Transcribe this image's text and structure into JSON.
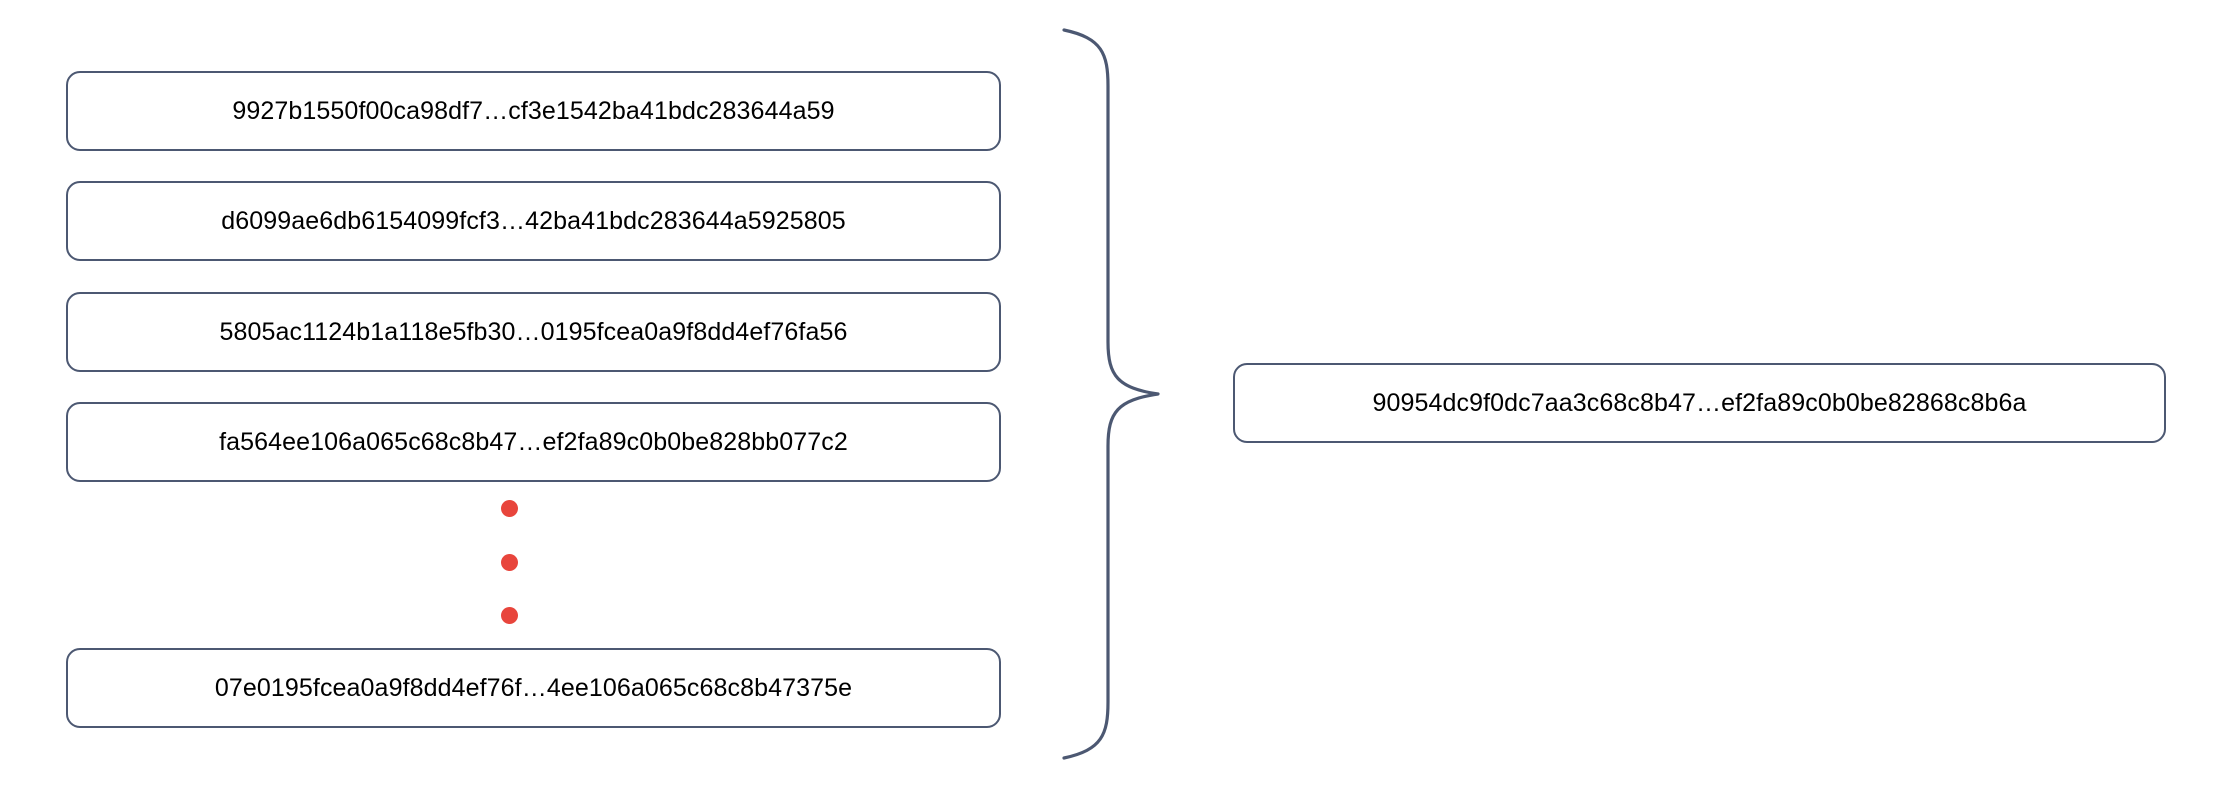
{
  "diagram": {
    "type": "many-to-one-aggregation",
    "stroke_color": "#4c5872",
    "dot_color": "#e8453c",
    "text_color": "#000000",
    "background": "#ffffff",
    "ellipsis_symbol": "vertical-three-dots",
    "brace_symbol": "right-curly-brace",
    "input_boxes": [
      {
        "label": "9927b1550f00ca98df7…cf3e1542ba41bdc283644a59"
      },
      {
        "label": "d6099ae6db6154099fcf3…42ba41bdc283644a5925805"
      },
      {
        "label": "5805ac1124b1a118e5fb30…0195fcea0a9f8dd4ef76fa56"
      },
      {
        "label": "fa564ee106a065c68c8b47…ef2fa89c0b0be828bb077c2"
      },
      {
        "label": "07e0195fcea0a9f8dd4ef76f…4ee106a065c68c8b47375e"
      }
    ],
    "ellipsis_dots": [
      {
        "name": "dot-1"
      },
      {
        "name": "dot-2"
      },
      {
        "name": "dot-3"
      }
    ],
    "output_box": {
      "label": "90954dc9f0dc7aa3c68c8b47…ef2fa89c0b0be82868c8b6a"
    }
  }
}
